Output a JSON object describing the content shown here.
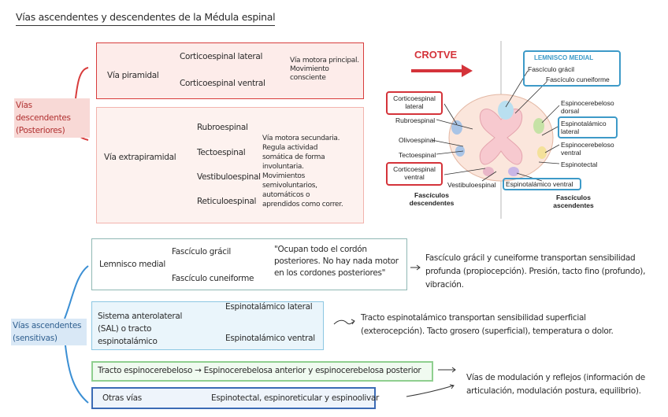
{
  "title": "Vías ascendentes y descendentes de la Médula espinal",
  "colors": {
    "red": "#d83c3c",
    "pink_fill": "#fdecea",
    "pink_fill_2": "#fdf2ef",
    "teal": "#6fa3a0",
    "light_blue": "#7bb7d6",
    "green": "#7fbf7f",
    "blue_dark": "#3b6bb5",
    "figure_red": "#d4333a",
    "figure_blue": "#3d9ac8"
  },
  "descendentes": {
    "group_label": "Vías descendentes (Posteriores)",
    "piramidal": {
      "label": "Vía piramidal",
      "items": [
        "Corticoespinal lateral",
        "Corticoespinal ventral"
      ],
      "note": "Vía motora principal. Movimiento consciente"
    },
    "extrapiramidal": {
      "label": "Vía extrapiramidal",
      "items": [
        "Rubroespinal",
        "Tectoespinal",
        "Vestibuloespinal",
        "Reticuloespinal"
      ],
      "note": "Vía motora secundaria. Regula actividad somática de forma involuntaria. Movimientos semivoluntarios, automáticos o aprendidos como correr."
    }
  },
  "ascendentes": {
    "group_label": "Vías ascendentes (sensitivas)",
    "lemnisco": {
      "label": "Lemnisco medial",
      "items": [
        "Fascículo grácil",
        "Fascículo cuneiforme"
      ],
      "note": "\"Ocupan todo el cordón posteriores. No hay nada motor en los cordones posteriores\"",
      "arrow_text": "Fascículo grácil y cuneiforme transportan sensibilidad profunda (propiocepción). Presión, tacto fino (profundo), vibración."
    },
    "sal": {
      "label": "Sistema anterolateral (SAL) o tracto espinotalámico",
      "items": [
        "Espinotalámico lateral",
        "Espinotalámico ventral"
      ],
      "arrow_text": "Tracto espinotalámico transportan sensibilidad superficial (exterocepción). Tacto grosero (superficial), temperatura o dolor."
    },
    "espinocerebeloso": {
      "text": "Tracto espinocerebeloso → Espinocerebelosa anterior y espinocerebelosa posterior"
    },
    "otras": {
      "label": "Otras vías",
      "text": "Espinotectal, espinoreticular y espinoolivar"
    },
    "modulacion_text": "Vías de modulación y reflejos (información de articulación, modulación postura, equilibrio)."
  },
  "figure": {
    "crotve": "CROTVE",
    "lemnisco_medial": "LEMNISCO MEDIAL",
    "left_labels": [
      "Corticoespinal lateral",
      "Rubroespinal",
      "Olivoespinal",
      "Tectoespinal",
      "Corticoespinal ventral",
      "Vestibuloespinal"
    ],
    "right_labels": [
      "Fascículo grácil",
      "Fascículo cuneiforme",
      "Espinocerebeloso dorsal",
      "Espinotalámico lateral",
      "Espinocerebeloso ventral",
      "Espinotectal",
      "Espinotalámico ventral"
    ],
    "bottom_left": "Fascículos descendentes",
    "bottom_right": "Fascículos ascendentes"
  }
}
